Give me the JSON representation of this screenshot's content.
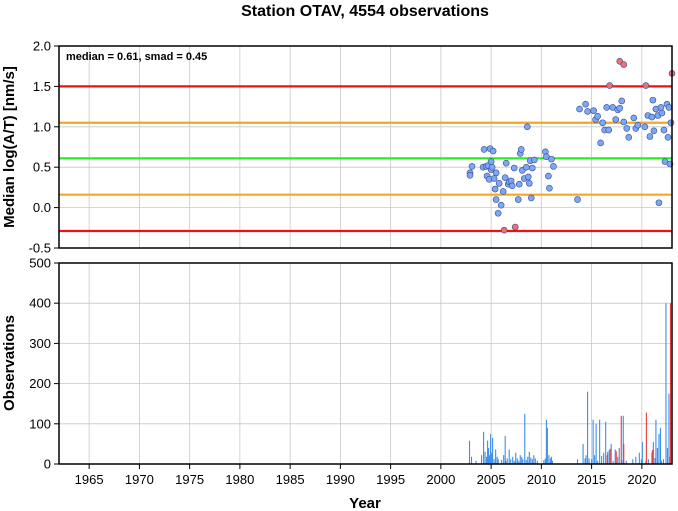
{
  "chart_data": [
    {
      "type": "scatter",
      "title": "Station OTAV, 4554 observations",
      "ylabel": "Median log(A/T) [nm/s]",
      "xlabel": "",
      "xlim": [
        1962.0,
        2023.0
      ],
      "ylim": [
        -0.5,
        2.0
      ],
      "xticks": [
        1965,
        1970,
        1975,
        1980,
        1985,
        1990,
        1995,
        2000,
        2005,
        2010,
        2015,
        2020
      ],
      "yticks": [
        -0.5,
        0.0,
        0.5,
        1.0,
        1.5,
        2.0
      ],
      "yticks_labels": [
        "-0.5",
        "0.0",
        "0.5",
        "1.0",
        "1.5",
        "2.0"
      ],
      "grid": true,
      "annotation": "median = 0.61, smad = 0.45",
      "hlines": [
        {
          "y": 1.5,
          "color": "#ee1111"
        },
        {
          "y": 1.05,
          "color": "#f5a623"
        },
        {
          "y": 0.61,
          "color": "#22ee22"
        },
        {
          "y": 0.16,
          "color": "#f5a623"
        },
        {
          "y": -0.29,
          "color": "#ee1111"
        }
      ],
      "series": [
        {
          "color": "#7aa7f7",
          "points": [
            [
              2002.9,
              0.43
            ],
            [
              2003.1,
              0.51
            ],
            [
              2002.9,
              0.4
            ],
            [
              2004.2,
              0.5
            ],
            [
              2004.3,
              0.72
            ],
            [
              2004.5,
              0.51
            ],
            [
              2004.6,
              0.39
            ],
            [
              2004.7,
              0.52
            ],
            [
              2004.8,
              0.35
            ],
            [
              2004.9,
              0.73
            ],
            [
              2005.0,
              0.57
            ],
            [
              2005.0,
              0.47
            ],
            [
              2005.1,
              0.5
            ],
            [
              2005.2,
              0.7
            ],
            [
              2005.3,
              0.36
            ],
            [
              2005.4,
              0.23
            ],
            [
              2005.5,
              0.43
            ],
            [
              2005.5,
              0.1
            ],
            [
              2005.7,
              -0.07
            ],
            [
              2005.8,
              0.3
            ],
            [
              2006.0,
              0.03
            ],
            [
              2006.2,
              0.2
            ],
            [
              2006.4,
              0.37
            ],
            [
              2006.5,
              0.55
            ],
            [
              2006.7,
              0.29
            ],
            [
              2006.8,
              0.32
            ],
            [
              2007.0,
              0.33
            ],
            [
              2007.1,
              0.27
            ],
            [
              2007.3,
              0.49
            ],
            [
              2007.7,
              0.1
            ],
            [
              2007.8,
              0.29
            ],
            [
              2007.9,
              0.67
            ],
            [
              2008.0,
              0.72
            ],
            [
              2008.1,
              0.46
            ],
            [
              2008.3,
              0.36
            ],
            [
              2008.5,
              0.5
            ],
            [
              2008.6,
              1.0
            ],
            [
              2008.7,
              0.38
            ],
            [
              2008.8,
              0.3
            ],
            [
              2008.9,
              0.58
            ],
            [
              2009.0,
              0.12
            ],
            [
              2009.1,
              0.49
            ],
            [
              2009.3,
              0.59
            ],
            [
              2010.4,
              0.69
            ],
            [
              2010.5,
              0.63
            ],
            [
              2010.7,
              0.39
            ],
            [
              2010.8,
              0.24
            ],
            [
              2011.0,
              0.6
            ],
            [
              2011.2,
              0.51
            ],
            [
              2013.6,
              0.1
            ],
            [
              2013.8,
              1.22
            ],
            [
              2014.4,
              1.28
            ],
            [
              2014.6,
              1.19
            ],
            [
              2015.2,
              1.2
            ],
            [
              2015.4,
              1.09
            ],
            [
              2015.6,
              1.13
            ],
            [
              2015.9,
              0.8
            ],
            [
              2016.1,
              1.05
            ],
            [
              2016.3,
              0.96
            ],
            [
              2016.5,
              1.24
            ],
            [
              2016.7,
              0.96
            ],
            [
              2017.1,
              1.24
            ],
            [
              2017.4,
              1.09
            ],
            [
              2017.6,
              1.21
            ],
            [
              2017.8,
              1.23
            ],
            [
              2018.0,
              1.32
            ],
            [
              2018.2,
              1.06
            ],
            [
              2018.5,
              0.98
            ],
            [
              2018.7,
              0.87
            ],
            [
              2019.2,
              1.11
            ],
            [
              2019.4,
              0.98
            ],
            [
              2019.6,
              1.02
            ],
            [
              2020.3,
              1.0
            ],
            [
              2020.6,
              1.14
            ],
            [
              2020.8,
              0.88
            ],
            [
              2021.0,
              1.12
            ],
            [
              2021.2,
              0.95
            ],
            [
              2021.1,
              1.33
            ],
            [
              2021.4,
              1.22
            ],
            [
              2021.6,
              1.14
            ],
            [
              2021.7,
              0.06
            ],
            [
              2021.9,
              1.24
            ],
            [
              2022.0,
              1.17
            ],
            [
              2022.2,
              0.96
            ],
            [
              2022.3,
              0.57
            ],
            [
              2022.5,
              1.28
            ],
            [
              2022.6,
              0.87
            ],
            [
              2022.7,
              1.24
            ],
            [
              2022.8,
              0.54
            ],
            [
              2022.9,
              1.05
            ]
          ]
        },
        {
          "color": "#f07070",
          "points": [
            [
              2006.3,
              -0.28
            ],
            [
              2007.4,
              -0.24
            ],
            [
              2016.8,
              1.51
            ],
            [
              2017.8,
              1.81
            ],
            [
              2018.2,
              1.77
            ],
            [
              2020.4,
              1.51
            ],
            [
              2023.0,
              1.66
            ]
          ]
        }
      ]
    },
    {
      "type": "bar",
      "ylabel": "Observations",
      "xlabel": "Year",
      "xlim": [
        1962.0,
        2023.0
      ],
      "ylim": [
        0,
        500
      ],
      "xticks": [
        1965,
        1970,
        1975,
        1980,
        1985,
        1990,
        1995,
        2000,
        2005,
        2010,
        2015,
        2020
      ],
      "yticks": [
        0,
        100,
        200,
        300,
        400,
        500
      ],
      "grid": true,
      "series": [
        {
          "color": "#3b8fe8",
          "bars": [
            [
              2002.85,
              58
            ],
            [
              2003.05,
              18
            ],
            [
              2003.5,
              8
            ],
            [
              2004.05,
              22
            ],
            [
              2004.25,
              80
            ],
            [
              2004.4,
              30
            ],
            [
              2004.55,
              18
            ],
            [
              2004.65,
              58
            ],
            [
              2004.75,
              40
            ],
            [
              2004.85,
              22
            ],
            [
              2004.95,
              75
            ],
            [
              2005.05,
              28
            ],
            [
              2005.15,
              65
            ],
            [
              2005.3,
              12
            ],
            [
              2005.45,
              36
            ],
            [
              2005.6,
              18
            ],
            [
              2005.7,
              12
            ],
            [
              2006.05,
              10
            ],
            [
              2006.25,
              22
            ],
            [
              2006.4,
              70
            ],
            [
              2006.6,
              14
            ],
            [
              2006.8,
              36
            ],
            [
              2006.95,
              12
            ],
            [
              2007.15,
              18
            ],
            [
              2007.3,
              8
            ],
            [
              2007.45,
              28
            ],
            [
              2007.6,
              14
            ],
            [
              2007.75,
              8
            ],
            [
              2007.9,
              22
            ],
            [
              2008.05,
              18
            ],
            [
              2008.15,
              12
            ],
            [
              2008.35,
              125
            ],
            [
              2008.5,
              10
            ],
            [
              2008.65,
              18
            ],
            [
              2008.8,
              30
            ],
            [
              2008.95,
              16
            ],
            [
              2009.1,
              12
            ],
            [
              2009.25,
              22
            ],
            [
              2009.4,
              14
            ],
            [
              2009.6,
              8
            ],
            [
              2010.25,
              10
            ],
            [
              2010.4,
              14
            ],
            [
              2010.5,
              110
            ],
            [
              2010.6,
              90
            ],
            [
              2010.75,
              22
            ],
            [
              2010.9,
              14
            ],
            [
              2011.0,
              18
            ],
            [
              2011.1,
              8
            ],
            [
              2013.6,
              12
            ],
            [
              2014.15,
              50
            ],
            [
              2014.35,
              14
            ],
            [
              2014.45,
              22
            ],
            [
              2014.6,
              180
            ],
            [
              2014.75,
              14
            ],
            [
              2015.0,
              12
            ],
            [
              2015.15,
              110
            ],
            [
              2015.3,
              22
            ],
            [
              2015.45,
              100
            ],
            [
              2015.6,
              8
            ],
            [
              2015.8,
              110
            ],
            [
              2016.0,
              20
            ],
            [
              2016.2,
              28
            ],
            [
              2016.4,
              105
            ],
            [
              2016.6,
              30
            ],
            [
              2016.75,
              35
            ],
            [
              2016.95,
              50
            ],
            [
              2017.15,
              8
            ],
            [
              2017.35,
              36
            ],
            [
              2017.6,
              18
            ],
            [
              2017.75,
              40
            ],
            [
              2018.0,
              10
            ],
            [
              2018.15,
              120
            ],
            [
              2018.45,
              8
            ],
            [
              2019.1,
              12
            ],
            [
              2019.4,
              18
            ],
            [
              2019.75,
              28
            ],
            [
              2019.95,
              12
            ],
            [
              2020.05,
              55
            ],
            [
              2020.4,
              8
            ],
            [
              2020.65,
              12
            ],
            [
              2021.0,
              28
            ],
            [
              2021.15,
              55
            ],
            [
              2021.3,
              15
            ],
            [
              2021.4,
              110
            ],
            [
              2021.55,
              40
            ],
            [
              2021.7,
              75
            ],
            [
              2021.85,
              90
            ],
            [
              2021.95,
              8
            ],
            [
              2022.15,
              12
            ],
            [
              2022.4,
              400
            ],
            [
              2022.55,
              40
            ],
            [
              2022.7,
              175
            ],
            [
              2022.8,
              18
            ]
          ]
        },
        {
          "color": "#e83b3b",
          "bars": [
            [
              2006.45,
              8
            ],
            [
              2016.55,
              22
            ],
            [
              2016.85,
              38
            ],
            [
              2017.45,
              32
            ],
            [
              2017.95,
              120
            ],
            [
              2018.2,
              50
            ],
            [
              2020.45,
              128
            ],
            [
              2021.05,
              35
            ],
            [
              2022.85,
              400
            ]
          ]
        }
      ]
    }
  ]
}
